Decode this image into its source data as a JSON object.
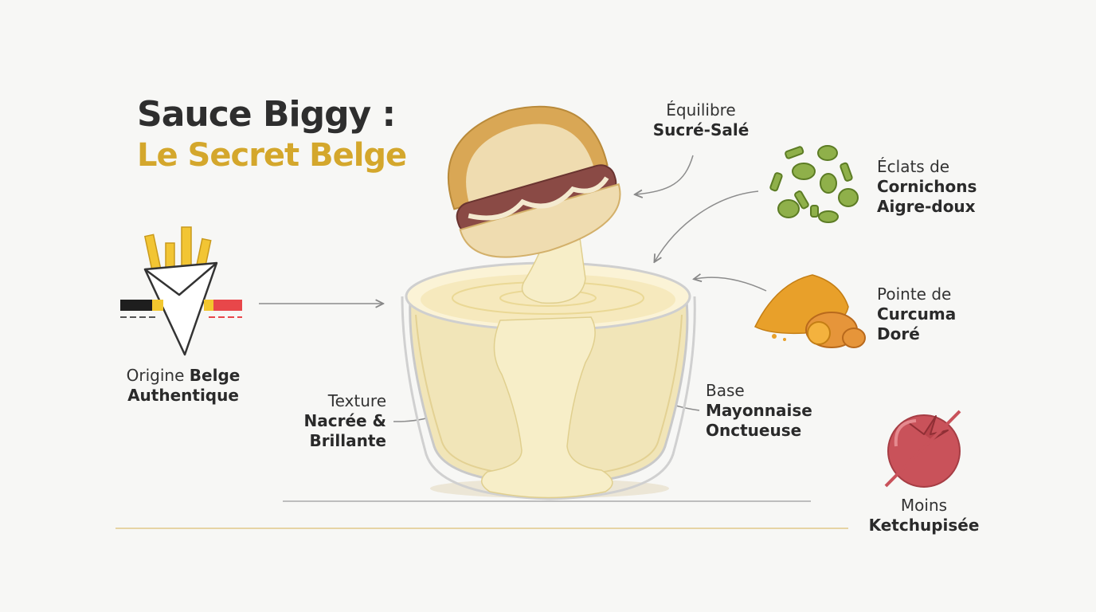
{
  "title": {
    "line1": "Sauce Biggy :",
    "line2": "Le Secret Belge"
  },
  "labels": {
    "equilibre": {
      "light": "Équilibre",
      "bold": "Sucré-Salé"
    },
    "cornichons": {
      "light": "Éclats de",
      "bold1": "Cornichons",
      "bold2": "Aigre-doux"
    },
    "curcuma": {
      "light": "Pointe de",
      "bold1": "Curcuma",
      "bold2": "Doré"
    },
    "origine": {
      "light": "Origine",
      "bold_inline": "Belge",
      "bold2": "Authentique"
    },
    "texture": {
      "light": "Texture",
      "bold1": "Nacrée &",
      "bold2": "Brillante"
    },
    "base": {
      "light": "Base",
      "bold1": "Mayonnaise",
      "bold2": "Onctueuse"
    },
    "moins": {
      "light": "Moins",
      "bold": "Ketchupisée"
    }
  },
  "colors": {
    "accent": "#d4a72c",
    "sauce": "#f3e6b8",
    "bun": "#efdcb0",
    "patty": "#8a4a45",
    "pickle": "#8fb04a",
    "turmeric": "#e8a02a",
    "tomato": "#c9525a",
    "flag_black": "#1e1e1e",
    "flag_yellow": "#f2c72e",
    "flag_red": "#e8474a"
  },
  "icons": [
    "burger-icon",
    "sauce-bowl-icon",
    "fries-cone-icon",
    "belgian-flag-icon",
    "pickle-chips-icon",
    "turmeric-icon",
    "crossed-tomato-icon"
  ]
}
